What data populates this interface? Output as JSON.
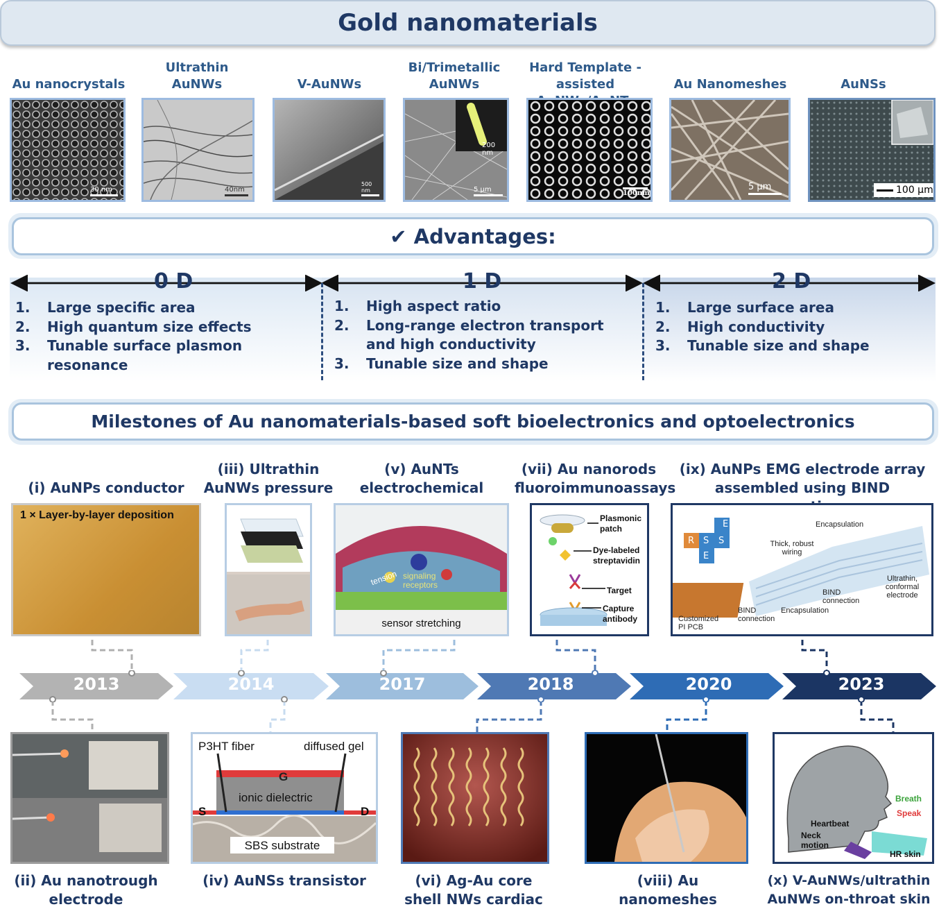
{
  "title": "Gold nanomaterials",
  "materials": [
    {
      "label": "Au nanocrystals",
      "scale": "30 nm"
    },
    {
      "label": "Ultrathin AuNWs",
      "scale": "40nm"
    },
    {
      "label": "V-AuNWs",
      "scale": "500 nm"
    },
    {
      "label": "Bi/Trimetallic AuNWs",
      "scale": "5 μm",
      "inset_scale": "200 nm"
    },
    {
      "label": "Hard Template -assisted AuNWs/AuNTs",
      "scale": "100nm"
    },
    {
      "label": "Au Nanomeshes",
      "scale": "5 μm"
    },
    {
      "label": "AuNSs",
      "scale": "100 μm"
    }
  ],
  "advantages_title": "✔ Advantages:",
  "dimensions": [
    {
      "name": "0 D",
      "items": [
        "Large specific area",
        "High quantum size effects",
        "Tunable surface plasmon resonance"
      ]
    },
    {
      "name": "1 D",
      "items": [
        "High aspect ratio",
        "Long-range electron transport and high conductivity",
        "Tunable size and shape"
      ]
    },
    {
      "name": "2 D",
      "items": [
        "Large surface area",
        "High conductivity",
        "Tunable size and shape"
      ]
    }
  ],
  "milestones_title": "Milestones of Au nanomaterials-based soft bioelectronics and optoelectronics",
  "years": [
    "2013",
    "2014",
    "2017",
    "2018",
    "2020",
    "2023"
  ],
  "year_colors": [
    "#b3b3b3",
    "#c9ddf2",
    "#9dbedd",
    "#4f79b4",
    "#2e6cb5",
    "#1b3563"
  ],
  "milestones_top": [
    {
      "label": "(i) AuNPs conductor",
      "caption": "1 × Layer-by-layer deposition"
    },
    {
      "label": "(iii) Ultrathin AuNWs pressure sensor"
    },
    {
      "label": "(v) AuNTs electrochemical sensors",
      "caption": "sensor stretching",
      "tension": "tension",
      "signaling": "signaling",
      "receptors": "receptors"
    },
    {
      "label": "(vii) Au nanorods fluoroimmunoassays",
      "parts": [
        "Plasmonic patch",
        "Dye-labeled streptavidin",
        "Target",
        "Capture antibody"
      ]
    },
    {
      "label": "(ix) AuNPs EMG electrode array assembled using BIND connections",
      "parts": [
        "Encapsulation",
        "Thick, robust wiring",
        "Ultrathin, conformal electrode",
        "BIND connection",
        "BIND connection",
        "Encapsulation",
        "Customized PI PCB"
      ],
      "puzzle": [
        "E",
        "R",
        "S",
        "S",
        "E"
      ]
    }
  ],
  "milestones_bottom": [
    {
      "label": "(ii) Au nanotrough electrode"
    },
    {
      "label": "(iv) AuNSs transistor",
      "parts": [
        "P3HT fiber",
        "diffused gel",
        "G",
        "ionic dielectric",
        "S",
        "D",
        "SBS substrate"
      ]
    },
    {
      "label": "(vi) Ag-Au core shell NWs cardiac mesh"
    },
    {
      "label": "(viii) Au nanomeshes pressure sensor"
    },
    {
      "label": "(x) V-AuNWs/ultrathin AuNWs on-throat skin sensor",
      "parts": [
        "Breath",
        "Speak",
        "Heartbeat",
        "Neck motion",
        "HR skin"
      ]
    }
  ]
}
